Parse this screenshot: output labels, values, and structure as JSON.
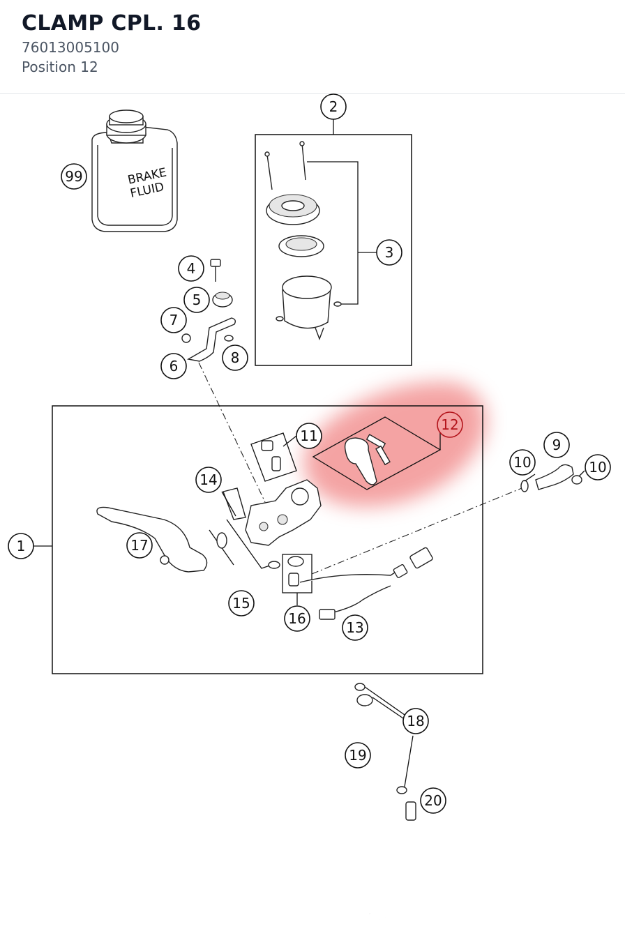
{
  "header": {
    "title": "CLAMP CPL. 16",
    "part_number": "76013005100",
    "position": "Position 12"
  },
  "diagram": {
    "highlight_color": "#f08080",
    "callout_highlight_color": "#b3141b",
    "bottle_label_line1": "BRAKE",
    "bottle_label_line2": "FLUID",
    "callouts": {
      "c1": "1",
      "c2": "2",
      "c3": "3",
      "c4": "4",
      "c5": "5",
      "c6": "6",
      "c7": "7",
      "c8": "8",
      "c9": "9",
      "c10a": "10",
      "c10b": "10",
      "c11": "11",
      "c12": "12",
      "c13": "13",
      "c14": "14",
      "c15": "15",
      "c16": "16",
      "c17": "17",
      "c18": "18",
      "c19": "19",
      "c20": "20",
      "c99": "99"
    }
  }
}
